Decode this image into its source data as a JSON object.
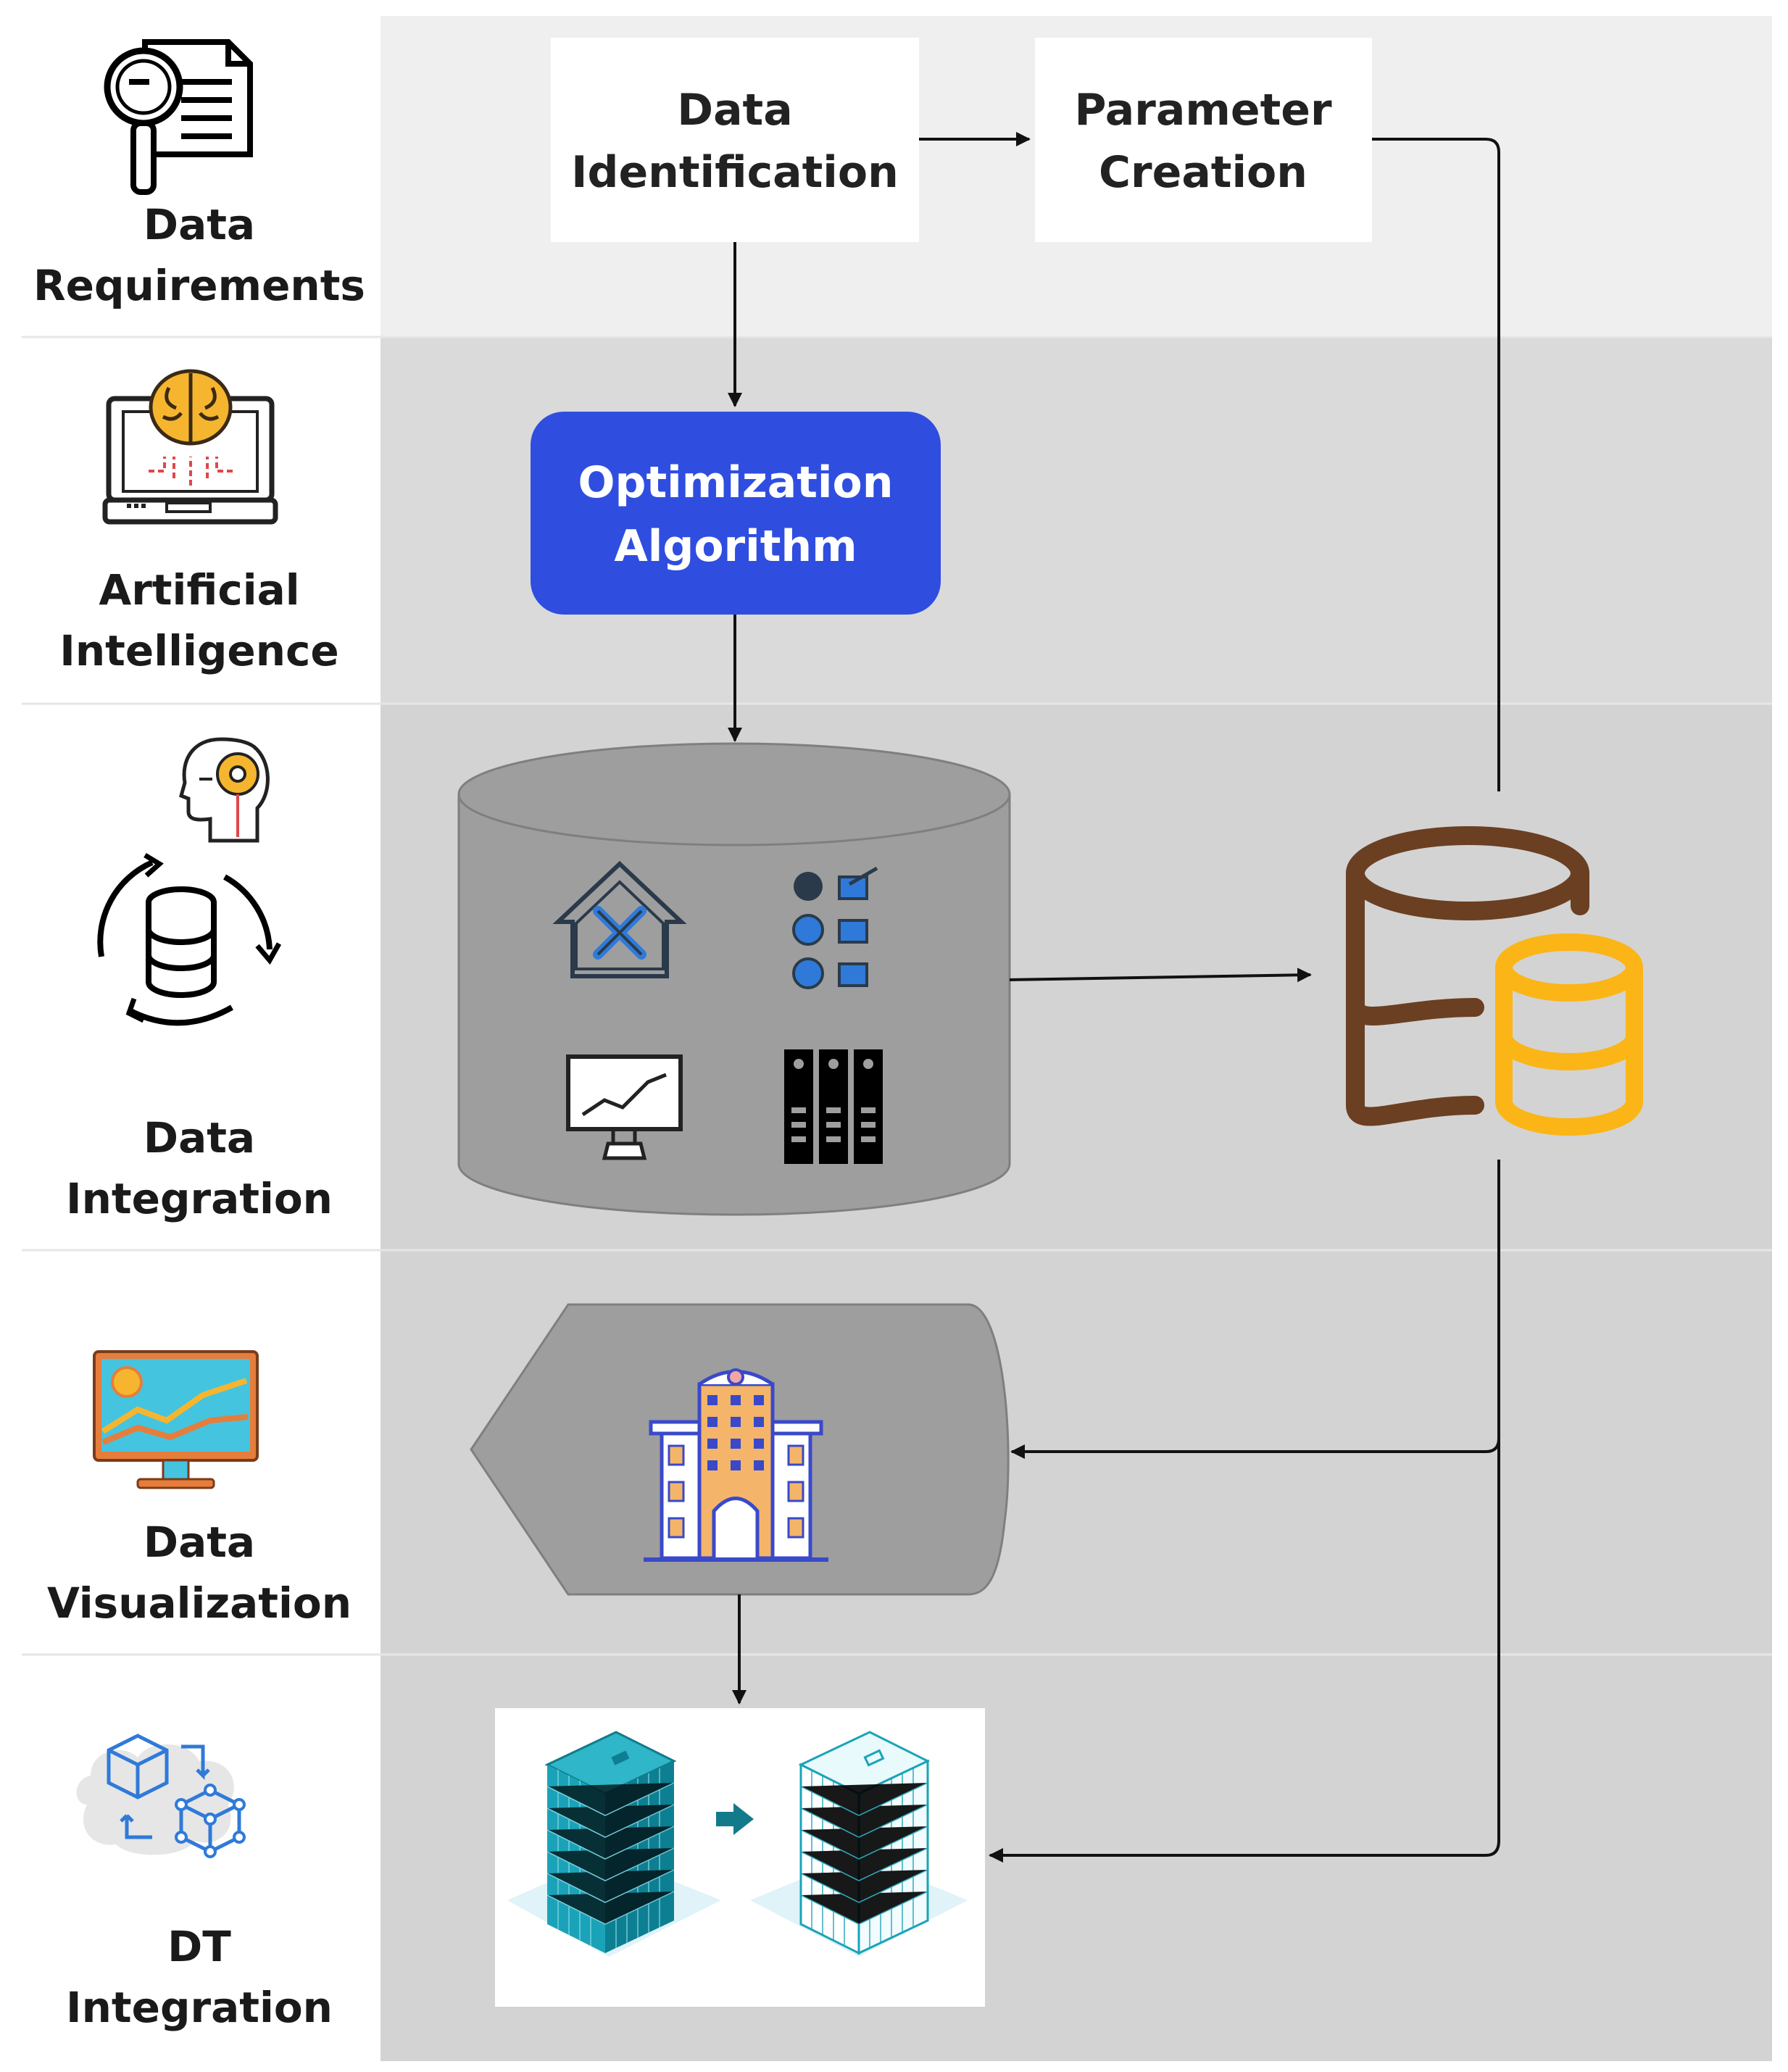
{
  "stages": [
    {
      "line1": "Data",
      "line2": "Requirements"
    },
    {
      "line1": "Artificial",
      "line2": "Intelligence"
    },
    {
      "line1": "Data",
      "line2": "Integration"
    },
    {
      "line1": "Data",
      "line2": "Visualization"
    },
    {
      "line1": "DT",
      "line2": "Integration"
    }
  ],
  "boxes": {
    "data_identification": {
      "line1": "Data",
      "line2": "Identification"
    },
    "parameter_creation": {
      "line1": "Parameter",
      "line2": "Creation"
    },
    "optimization_algorithm": {
      "line1": "Optimization",
      "line2": "Algorithm"
    }
  },
  "colors": {
    "band_top": "#efefef",
    "band_ai": "#dadada",
    "band_rest": "#d3d3d3",
    "optimization_fill": "#2f4ee0",
    "cylinder_fill": "#9e9e9e",
    "db_brown": "#6b3f22",
    "db_yellow": "#fbb516",
    "building_blue": "#3a49c9",
    "building_orange": "#f4b56a",
    "tower_teal": "#1aa3b8"
  },
  "icons": {
    "data_requirements": "document-magnifier-icon",
    "artificial_intelligence": "brain-laptop-icon",
    "data_integration_top": "head-gear-icon",
    "data_integration": "database-sync-icon",
    "data_visualization": "monitor-chart-icon",
    "dt_integration": "cube-network-icon",
    "cylinder_items": [
      "house-tools-icon",
      "checklist-icon",
      "presentation-chart-icon",
      "server-rack-icon"
    ],
    "storage": "database-stack-icon",
    "visualization_item": "building-icon",
    "dt_items": [
      "solid-tower-icon",
      "transform-arrow-icon",
      "wireframe-tower-icon"
    ]
  }
}
